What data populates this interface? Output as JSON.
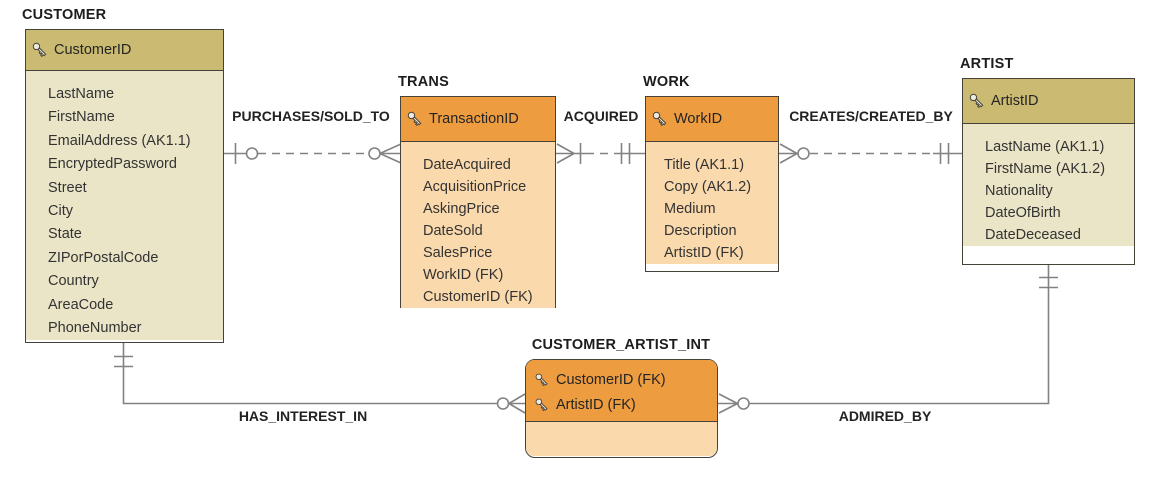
{
  "diagram_kind": "entity-relationship-diagram",
  "colors": {
    "olive_header": "#cbbb72",
    "olive_body": "#ebe5c7",
    "orange_header": "#ee9c40",
    "orange_body": "#fad9ac",
    "box_border": "#46423a",
    "wire": "#828282",
    "text": "#2e2e2e"
  },
  "entities": {
    "customer": {
      "title": "CUSTOMER",
      "primary_key": "CustomerID",
      "attributes": [
        "LastName",
        "FirstName",
        "EmailAddress (AK1.1)",
        "EncryptedPassword",
        "Street",
        "City",
        "State",
        "ZIPorPostalCode",
        "Country",
        "AreaCode",
        "PhoneNumber"
      ]
    },
    "trans": {
      "title": "TRANS",
      "primary_key": "TransactionID",
      "attributes": [
        "DateAcquired",
        "AcquisitionPrice",
        "AskingPrice",
        "DateSold",
        "SalesPrice",
        "WorkID (FK)",
        "CustomerID (FK)"
      ]
    },
    "work": {
      "title": "WORK",
      "primary_key": "WorkID",
      "attributes": [
        "Title (AK1.1)",
        "Copy (AK1.2)",
        "Medium",
        "Description",
        "ArtistID (FK)"
      ]
    },
    "artist": {
      "title": "ARTIST",
      "primary_key": "ArtistID",
      "attributes": [
        "LastName (AK1.1)",
        "FirstName (AK1.2)",
        "Nationality",
        "DateOfBirth",
        "DateDeceased"
      ]
    },
    "customer_artist_int": {
      "title": "CUSTOMER_ARTIST_INT",
      "primary_keys": [
        "CustomerID (FK)",
        "ArtistID (FK)"
      ]
    }
  },
  "relationships": [
    {
      "label": "PURCHASES/SOLD_TO",
      "from": "CUSTOMER",
      "to": "TRANS",
      "line": "dashed",
      "from_end": "one-bar-then-circle",
      "to_end": "circle-crow-foot (zero-or-many)"
    },
    {
      "label": "ACQUIRED",
      "from": "TRANS",
      "to": "WORK",
      "line": "dashed",
      "from_end": "crow-foot-bar (one-or-many)",
      "to_end": "double-bar (exactly one)"
    },
    {
      "label": "CREATES/CREATED_BY",
      "from": "WORK",
      "to": "ARTIST",
      "line": "dashed",
      "from_end": "crow-foot-circle (zero-or-many)",
      "to_end": "double-bar (exactly one)"
    },
    {
      "label": "HAS_INTEREST_IN",
      "from": "CUSTOMER",
      "to": "CUSTOMER_ARTIST_INT",
      "line": "solid",
      "from_end": "double-bar (exactly one)",
      "to_end": "circle-crow-foot (zero-or-many)"
    },
    {
      "label": "ADMIRED_BY",
      "from": "ARTIST",
      "to": "CUSTOMER_ARTIST_INT",
      "line": "solid",
      "from_end": "double-bar (exactly one)",
      "to_end": "crow-foot-circle (zero-or-many)"
    }
  ]
}
